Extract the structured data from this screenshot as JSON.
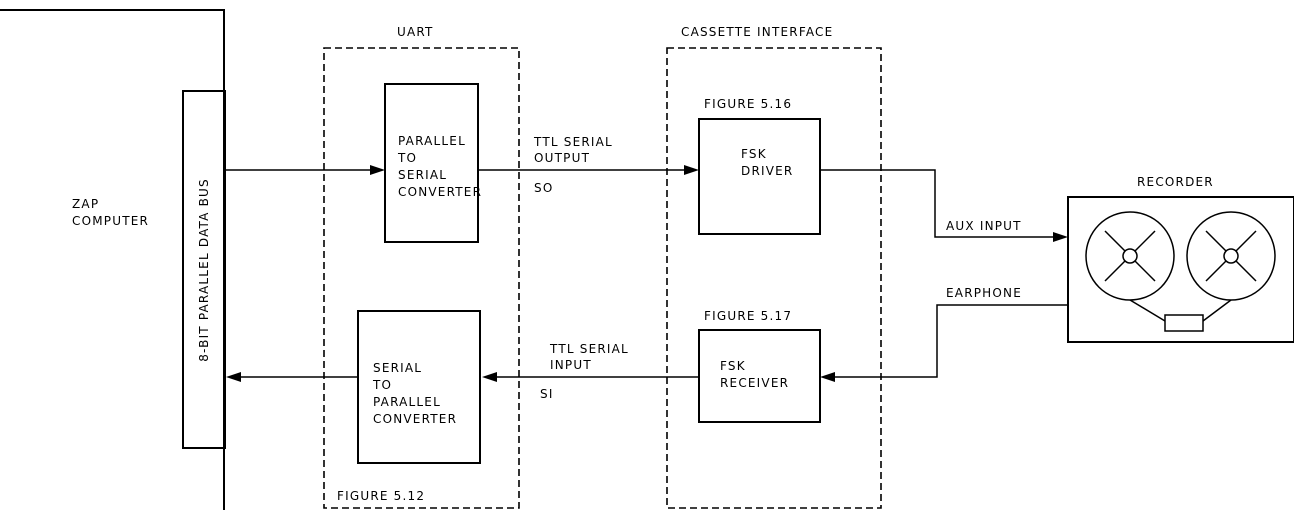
{
  "computer": {
    "line1": "ZAP",
    "line2": "COMPUTER"
  },
  "bus_label": "8-BIT PARALLEL DATA BUS",
  "uart": {
    "title": "UART",
    "figure": "FIGURE 5.12",
    "p2s": [
      "PARALLEL",
      "TO",
      "SERIAL",
      "CONVERTER"
    ],
    "s2p": [
      "SERIAL",
      "TO",
      "PARALLEL",
      "CONVERTER"
    ]
  },
  "signals": {
    "out_line1": "TTL SERIAL",
    "out_line2": "OUTPUT",
    "out_code": "SO",
    "in_line1": "TTL SERIAL",
    "in_line2": "INPUT",
    "in_code": "SI"
  },
  "cassette": {
    "title": "CASSETTE INTERFACE",
    "driver_figure": "FIGURE 5.16",
    "driver": [
      "FSK",
      "DRIVER"
    ],
    "receiver_figure": "FIGURE 5.17",
    "receiver": [
      "FSK",
      "RECEIVER"
    ]
  },
  "recorder": {
    "title": "RECORDER",
    "aux_input": "AUX INPUT",
    "earphone": "EARPHONE"
  }
}
